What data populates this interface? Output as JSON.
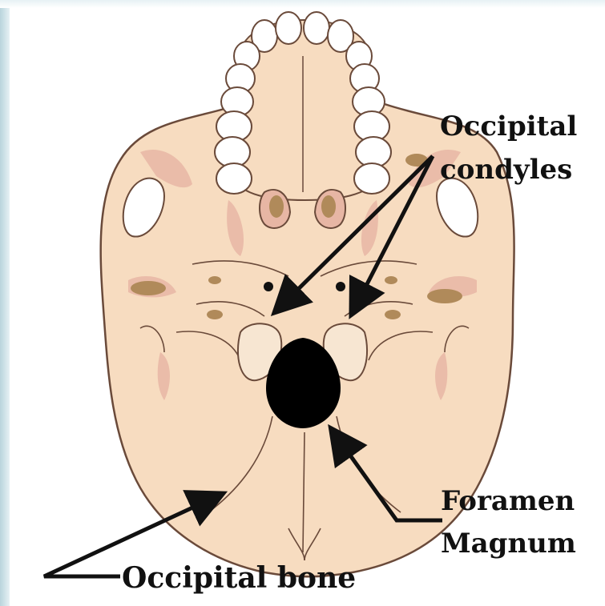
{
  "labels": {
    "occipital_condyles_line1": "Occipital",
    "occipital_condyles_line2": "condyles",
    "foramen_magnum_line1": "Foramen",
    "foramen_magnum_line2": "Magnum",
    "occipital_bone": "Occipital bone"
  },
  "colors": {
    "bone": "#f7dcc0",
    "shade": "#e7b6a4",
    "deep_shade": "#d99a8c",
    "outline": "#6a4a3a",
    "tooth": "#ffffff",
    "foramen": "#000000",
    "arrow": "#111111"
  }
}
